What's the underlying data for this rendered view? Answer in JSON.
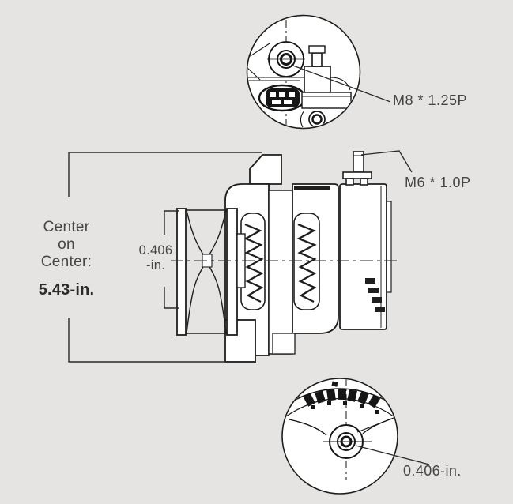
{
  "colors": {
    "background": "#e5e4e2",
    "line": "#1e1e1e",
    "text": "#454545",
    "detail_fill": "#ffffff"
  },
  "labels": {
    "center_on_center": "Center\non\nCenter:",
    "center_value": "5.43-in.",
    "pulley_dim": "0.406\n-in.",
    "m8_thread": "M8 * 1.25P",
    "m6_thread": "M6 * 1.0P",
    "mount_hole_dim": "0.406-in."
  }
}
